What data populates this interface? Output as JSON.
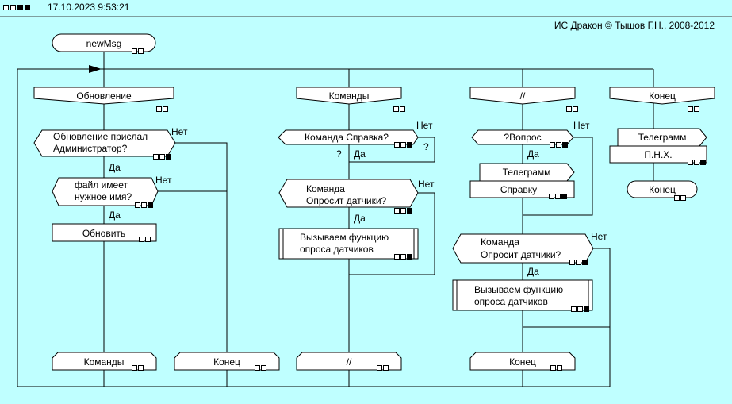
{
  "window": {
    "timestamp": "17.10.2023 9:53:21",
    "copyright": "ИС Дракон © Тышов Г.Н., 2008-2012"
  },
  "colors": {
    "background": "#BFFFFF",
    "shape_fill": "#FFFFFF",
    "line": "#000000"
  },
  "diagram": {
    "title": "newMsg",
    "branches": {
      "b1": "Обновление",
      "b2": "Команды",
      "b3": "//",
      "b4": "Конец"
    },
    "col1": {
      "q1_l1": "Обновление прислал",
      "q1_l2": "Администратор?",
      "q2_l1": "файл имеет",
      "q2_l2": "нужное имя?",
      "action": "Обновить",
      "goto1": "Команды",
      "goto2": "Конец"
    },
    "col2": {
      "q1": "Команда Справка?",
      "q_mark_left": "?",
      "q_mark_right": "?",
      "q2_l1": "Команда",
      "q2_l2": "Опросит датчики?",
      "action_l1": "Вызываем функцию",
      "action_l2": "опроса датчиков",
      "goto": "//"
    },
    "col3": {
      "q1": "?Вопрос",
      "out_l1": "Телеграмм",
      "out_l2": "Справку",
      "q2_l1": "Команда",
      "q2_l2": "Опросит датчики?",
      "action_l1": "Вызываем функцию",
      "action_l2": "опроса датчиков",
      "goto": "Конец"
    },
    "col4": {
      "out_l1": "Телеграмм",
      "out_l2": "П.Н.Х.",
      "end": "Конец"
    },
    "labels": {
      "yes": "Да",
      "no": "Нет"
    }
  }
}
